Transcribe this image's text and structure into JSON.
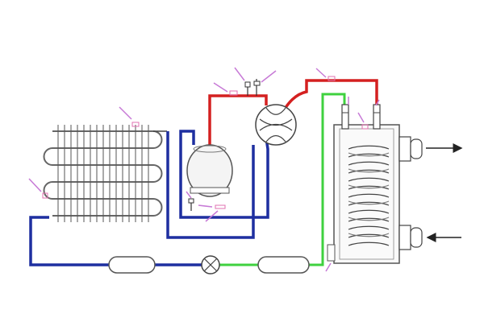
{
  "diagram": {
    "kind": "refrigeration-heat-pump-schematic",
    "components": [
      {
        "id": "condenser-coil",
        "label": ""
      },
      {
        "id": "compressor",
        "label": ""
      },
      {
        "id": "four-way-valve",
        "label": ""
      },
      {
        "id": "heat-exchanger",
        "label": ""
      },
      {
        "id": "filter-drier-left",
        "label": ""
      },
      {
        "id": "expansion-valve",
        "label": ""
      },
      {
        "id": "filter-drier-right",
        "label": ""
      }
    ],
    "pipes": [
      {
        "id": "high-pressure-gas-line",
        "color": "#d42020"
      },
      {
        "id": "low-pressure-line",
        "color": "#1e2fa0"
      },
      {
        "id": "liquid-line",
        "color": "#3fd13f"
      }
    ],
    "water_flow": {
      "outlet_arrow": "arrow-right-icon",
      "inlet_arrow": "arrow-left-icon"
    },
    "marker_color": "#c77ad6",
    "sensor_color": "#e070b0"
  }
}
